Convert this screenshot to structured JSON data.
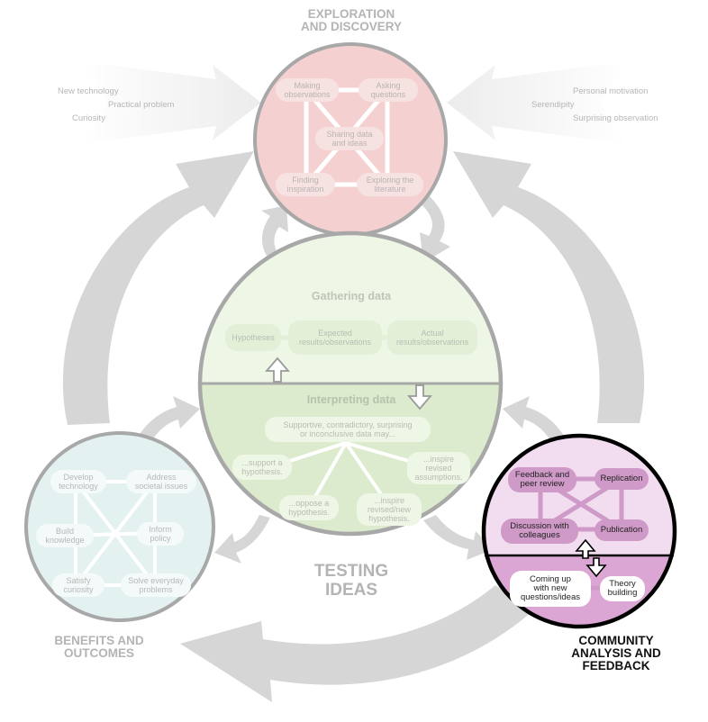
{
  "titles": {
    "exploration": "EXPLORATION\nAND DISCOVERY",
    "testing": "TESTING\nIDEAS",
    "benefits": "BENEFITS AND\nOUTCOMES",
    "community": "COMMUNITY\nANALYSIS AND\nFEEDBACK"
  },
  "triggers_left": [
    "New technology",
    "Practical problem",
    "Curiosity"
  ],
  "triggers_right": [
    "Personal motivation",
    "Serendipity",
    "Surprising observation"
  ],
  "exploration": {
    "nodes": [
      "Making\nobservations",
      "Asking\nquestions",
      "Sharing data\nand ideas",
      "Finding\ninspiration",
      "Exploring the\nliterature"
    ]
  },
  "testing": {
    "gathering_title": "Gathering data",
    "gathering_nodes": [
      "Hypotheses",
      "Expected\nresults/observations",
      "Actual\nresults/observations"
    ],
    "interpreting_title": "Interpreting data",
    "interpreting_lead": "Supportive, contradictory, surprising\nor inconclusive data may...",
    "outcomes": [
      "...support a\nhypothesis.",
      "...inspire\nrevised\nassumptions.",
      "...oppose a\nhypothesis.",
      "...inspire\nrevised/new\nhypothesis."
    ]
  },
  "benefits": {
    "nodes": [
      "Develop\ntechnology",
      "Address\nsocietal issues",
      "Build\nknowledge",
      "Inform\npolicy",
      "Satisfy\ncuriosity",
      "Solve everyday\nproblems"
    ]
  },
  "community": {
    "nodes_top": [
      "Feedback and\npeer review",
      "Replication",
      "Discussion with\ncolleagues",
      "Publication"
    ],
    "nodes_bottom": [
      "Coming up\nwith new\nquestions/ideas",
      "Theory\nbuilding"
    ]
  },
  "colors": {
    "arrow_gray": "#d5d5d5",
    "circle_border": "#a8a8a8",
    "exploration_fill": "#f4d0d0",
    "gathering_fill": "#eef7e5",
    "interpreting_fill": "#dcebcd",
    "benefits_fill": "#e3f2f1",
    "community_top_fill": "#f2dcef",
    "community_bottom_fill": "#dba6d3",
    "community_border": "#000000"
  }
}
